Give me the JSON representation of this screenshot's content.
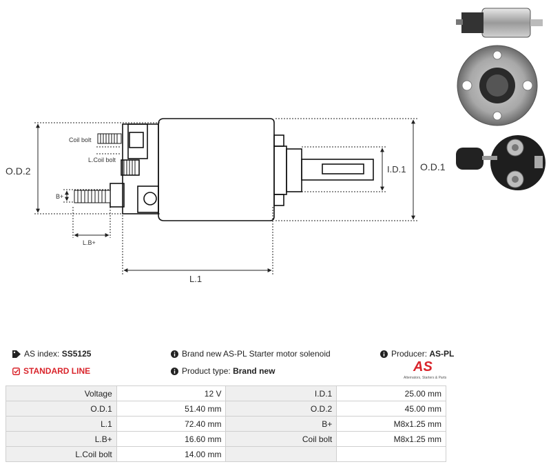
{
  "drawing": {
    "labels": {
      "od2": "O.D.2",
      "od1": "O.D.1",
      "id1": "I.D.1",
      "l1": "L.1",
      "coil_bolt": "Coil bolt",
      "l_coil_bolt": "L.Coil bolt",
      "b_plus": "B+",
      "lb_plus": "L.B+"
    }
  },
  "info": {
    "as_index_label": "AS index:",
    "as_index_value": "SS5125",
    "standard_line": "STANDARD LINE",
    "description": "Brand new AS-PL Starter motor solenoid",
    "product_type_label": "Product type:",
    "product_type_value": "Brand new",
    "producer_label": "Producer:",
    "producer_value": "AS-PL"
  },
  "logo": {
    "mark": "AS",
    "tagline": "Alternators, Starters & Parts"
  },
  "specs": [
    {
      "k1": "Voltage",
      "v1": "12 V",
      "k2": "I.D.1",
      "v2": "25.00 mm"
    },
    {
      "k1": "O.D.1",
      "v1": "51.40 mm",
      "k2": "O.D.2",
      "v2": "45.00 mm"
    },
    {
      "k1": "L.1",
      "v1": "72.40 mm",
      "k2": "B+",
      "v2": "M8x1.25 mm"
    },
    {
      "k1": "L.B+",
      "v1": "16.60 mm",
      "k2": "Coil bolt",
      "v2": "M8x1.25 mm"
    },
    {
      "k1": "L.Coil bolt",
      "v1": "14.00 mm",
      "k2": "",
      "v2": ""
    }
  ],
  "colors": {
    "accent": "#d9242b",
    "table_key_bg": "#efefef",
    "border": "#cfcfcf"
  },
  "icons": [
    "tag-icon",
    "check-badge-icon",
    "info-icon",
    "info-icon",
    "info-icon"
  ]
}
